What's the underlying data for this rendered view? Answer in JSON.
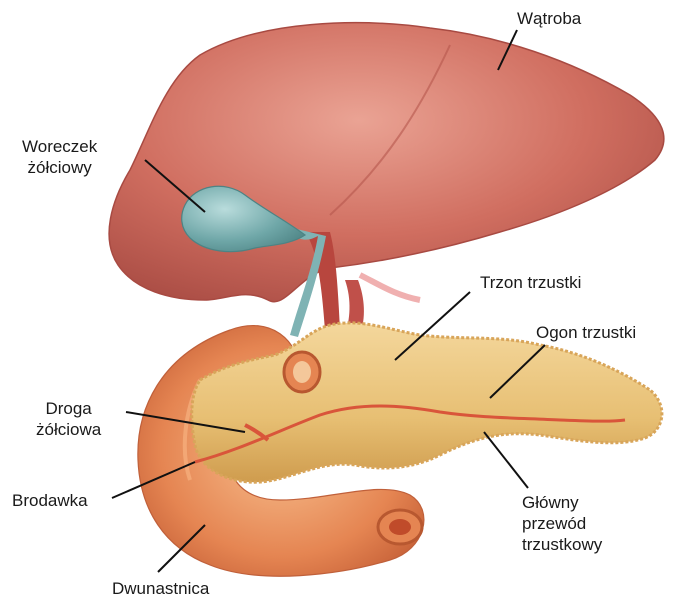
{
  "labels": {
    "liver": "Wątroba",
    "gallbladder_line1": "Woreczek",
    "gallbladder_line2": "żółciowy",
    "pancreas_body": "Trzon trzustki",
    "pancreas_tail": "Ogon trzustki",
    "bile_duct_line1": "Droga",
    "bile_duct_line2": "żółciowa",
    "papilla": "Brodawka",
    "main_duct_line1": "Główny",
    "main_duct_line2": "przewód",
    "main_duct_line3": "trzustkowy",
    "duodenum": "Dwunastnica"
  },
  "colors": {
    "liver": "#c9645a",
    "liver_highlight": "#e59c8c",
    "gallbladder": "#6fa7a8",
    "pancreas": "#e8c27a",
    "pancreas_edge": "#d8a55a",
    "duodenum": "#e3804f",
    "duodenum_inner": "#f6b07f",
    "duct": "#d9553a",
    "vessel": "#b8463e",
    "leader": "#111111"
  }
}
